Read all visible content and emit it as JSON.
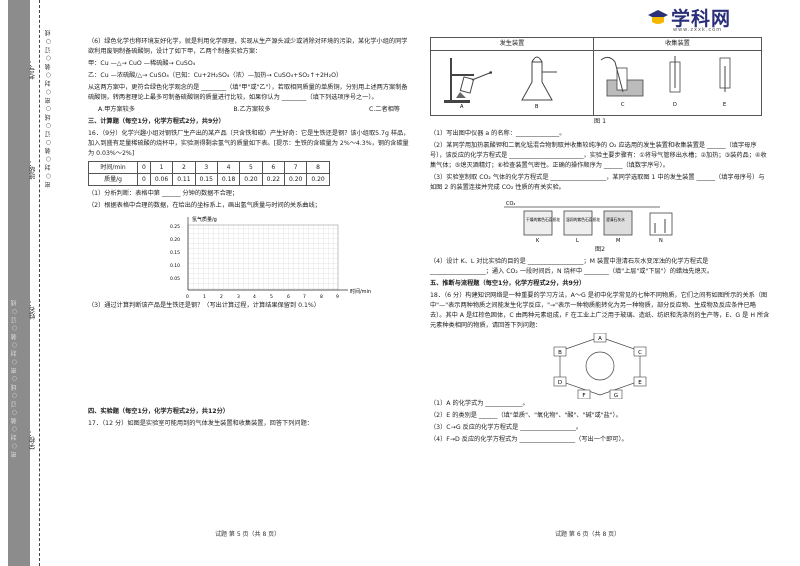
{
  "logo": {
    "name": "学科网",
    "site": "www.zxxk.com"
  },
  "binding": {
    "inner": "密 ○ 封 ○ 装 ○ 订 ○ 线 ○ 密 ○ 封 ○ 装 ○ 订 ○ 线",
    "outer": "密 ○ 封 ○ 装 ○ 订 ○ 线 ○ 密 ○ 封 ○ 装 ○ 订 ○ 线",
    "school": "学校：",
    "name": "姓名：",
    "class": "班级：",
    "number": "考号："
  },
  "left": {
    "q6_intro": "（6）绿色化学也称环境友好化学，就是利用化学原理，实现从生产源头减少或消除对环境的污染，某化学小组的同学欲利用废铜制备硫酸铜，设计了如下甲，乙两个制备实验方案：",
    "jia_label": "甲：",
    "jia_eq": "Cu —△→ CuO —稀硫酸→ CuSO₄",
    "yi_label": "乙：",
    "yi_eq": "Cu —浓硫酸/△→ CuSO₄（已知：Cu+2H₂SO₄（浓）—加热→ CuSO₄+SO₂↑+2H₂O）",
    "q6_question": "从这两方案中，更符合绿色化学观念的是 ________（填\"甲\"或\"乙\"），若取相同质量的单质铜，分别用上述两方案制备硫酸铜，转两者理论上最多可制备硫酸铜的质量进行比较，如果你认为 ________（填下列选项序号之一）。",
    "options": {
      "A": "A.甲方案较多",
      "B": "B.乙方案较多",
      "C": "C.二者相等"
    },
    "sec3": "三、计算题（每空1分，化学方程式2分，共9分）",
    "q16": "16．（9分）化学兴趣小组对钢铁厂生产出的某产品（只含铁和碳）产生好奇：它是生铁还是钢？该小组取5.7g 样品，加入到盛有足量稀硫酸的烧杯中，实验测得剩余氢气的质量如下表。[提示：生铁的含碳量为 2%～4.3%，钢的含碳量为 0.03%～2%]",
    "table": {
      "row1_head": "时间/min",
      "row2_head": "质量/g",
      "times": [
        "0",
        "1",
        "2",
        "3",
        "4",
        "5",
        "6",
        "7",
        "8"
      ],
      "masses": [
        "0",
        "0.06",
        "0.11",
        "0.15",
        "0.18",
        "0.20",
        "0.22",
        "0.20",
        "0.20"
      ]
    },
    "q16_1": "（1）分析判断：表格中第 ______ 分钟的数据不合理；",
    "q16_2": "（2）根据表格中合理的数据，在给出的坐标系上，画出氢气质量与时间的关系曲线；",
    "q16_3": "（3）通过计算判断该产品是生铁还是钢？（写出计算过程，计算结果保留到 0.1%）",
    "sec4": "四、实验题（每空1分，化学方程式2分，共12分）",
    "q17": "17．（12 分）如图是实验室可能用到的气体发生装置和收集装置，回答下列问题：",
    "footer": "试题 第 5 页（共 8 页）"
  },
  "graph": {
    "ylabel": "氢气质量/g",
    "xlabel": "时间/min",
    "yticks": [
      "0.25",
      "0.20",
      "0.15",
      "0.10",
      "0.05"
    ],
    "xticks": [
      "0",
      "1",
      "2",
      "3",
      "4",
      "5",
      "6",
      "7",
      "8",
      "9"
    ]
  },
  "right": {
    "app_head1": "发生装置",
    "app_head2": "收集装置",
    "app_labels": [
      "A",
      "B",
      "C",
      "D",
      "E"
    ],
    "fig1": "图 1",
    "q17_1": "（1）写出图中仪器 a 的名称：______________。",
    "q17_2": "（2）某同学用加热氯酸钾和二氧化锰混合物制取并收集较纯净的 O₂ 应选用的发生装置和收集装置是 ______（填字母序号），该反应的化学方程式是 ________________________，实验主要步骤有：①将导气管移出水槽；②加热；③装药品；④收集气体；⑤熄灭酒精灯；⑥检查装置气密性。正确的操作顺序为 ______（填数字序号）。",
    "q17_3": "（3）实验室制取 CO₂ 气体的化学方程式是 __________________，某同学选取图 1 中的发生装置 ______（填字母序号）与如图 2 的装置连接并完成 CO₂ 性质的有关实验。",
    "fig2": "图2",
    "co2": "CO₂",
    "fig2_labels": [
      "K",
      "L",
      "M",
      "N"
    ],
    "fig2_bottles": [
      "干燥的紫色石蕊纸花",
      "湿润的紫色石蕊纸花",
      "澄清石灰水"
    ],
    "q17_4": "（4）设计 K、L 对比实验的目的是 __________________；M 装置中澄清石灰水变浑浊的化学方程式是 __________________；通入 CO₂ 一段时间后，N 烧杯中 ________（填\"上层\"或\"下层\"）的蜡烛先熄灭。",
    "sec5": "五、推断与流程题（每空1分，化学方程式2分，共9分）",
    "q18": "18．（6 分）构建知识网络是一种重要的学习方法，A～G 是初中化学常见的七种不同物质，它们之间有如图所示的关系（图中\"—\"表示两种物质之间能发生化学反应，\"→\"表示一种物质能转化为另一种物质，部分反应物、生成物及反应条件已略去）。其中 A 是红棕色固体，C 由两种元素组成，F 在工业上广泛用于玻璃、造纸、纺织和洗涤剂的生产等，E、G 是 H 所含元素种类相同的物质，请回答下列问题：",
    "nodes": [
      "A",
      "B",
      "C",
      "D",
      "E",
      "F",
      "G"
    ],
    "q18_1": "（1）A 的化学式为 ____________。",
    "q18_2": "（2）E 的类别是 ______（填\"单质\"、\"氧化物\"、\"酸\"、\"碱\"或\"盐\"）。",
    "q18_3": "（3）C→G 反应的化学方程式是 __________________。",
    "q18_4": "（4）F→D 反应的化学方程式为 __________________（写出一个即可）。",
    "footer": "试题 第 6 页（共 8 页）"
  }
}
